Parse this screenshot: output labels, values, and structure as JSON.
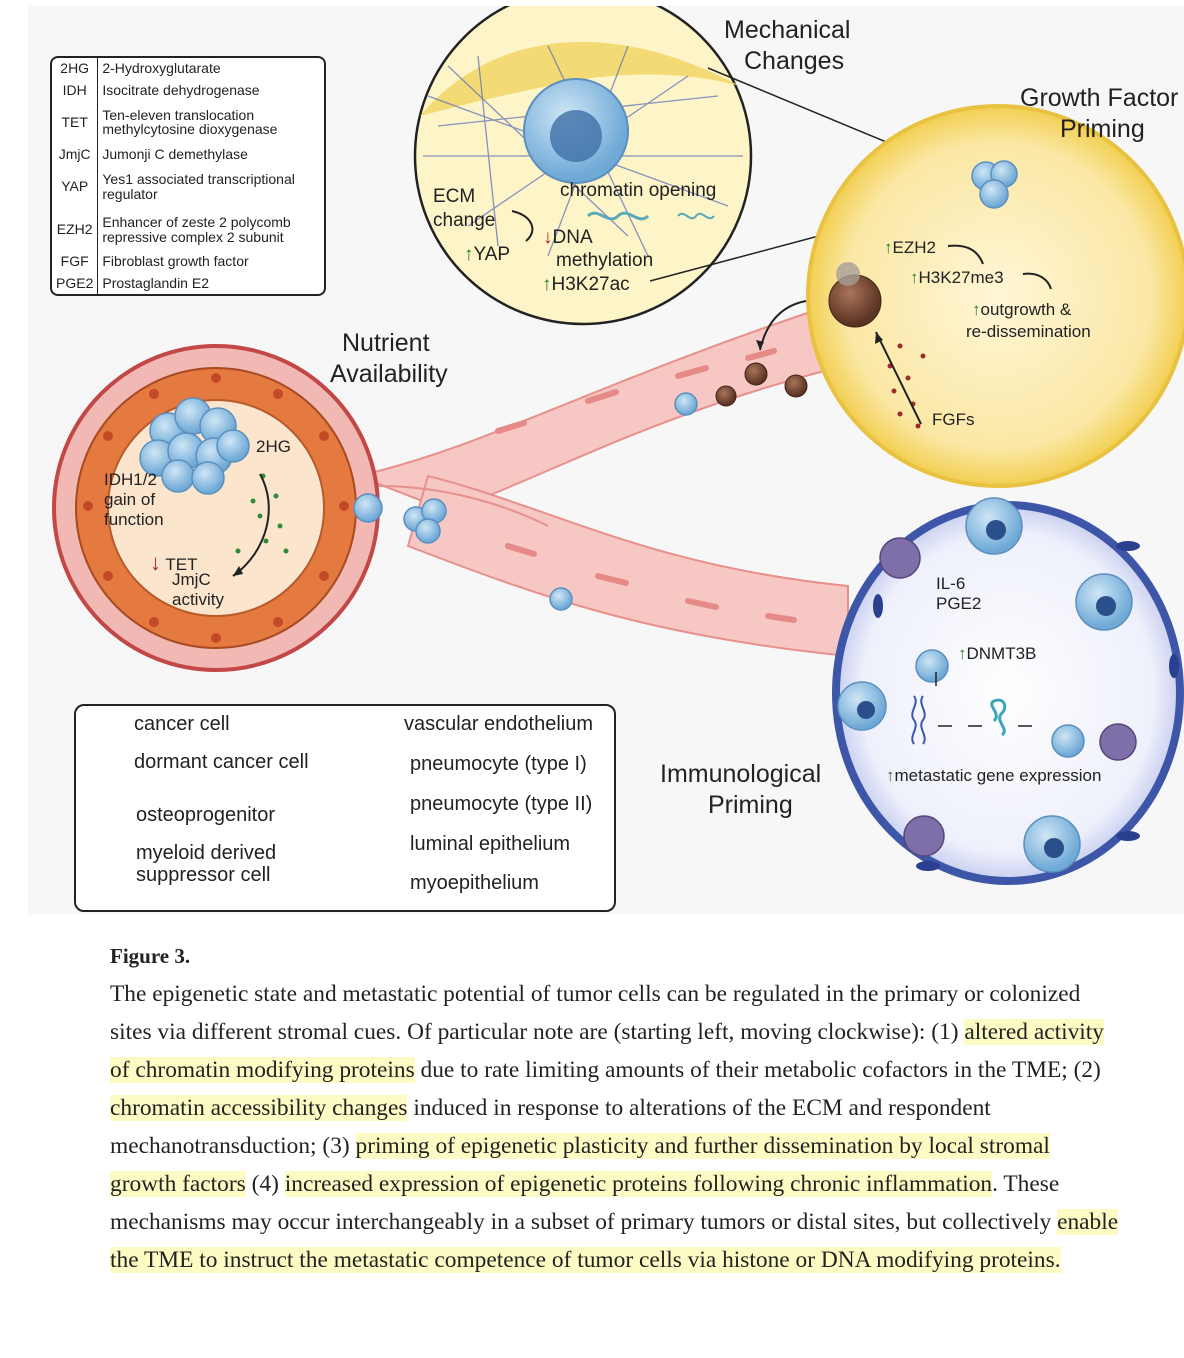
{
  "figure": {
    "abbreviations": [
      {
        "abbr": "2HG",
        "full": "2-Hydroxyglutarate"
      },
      {
        "abbr": "IDH",
        "full": "Isocitrate dehydrogenase"
      },
      {
        "abbr": "TET",
        "full": "Ten-eleven translocation methylcytosine dioxygenase"
      },
      {
        "abbr": "JmjC",
        "full": "Jumonji C demethylase"
      },
      {
        "abbr": "YAP",
        "full": "Yes1 associated transcriptional regulator"
      },
      {
        "abbr": "EZH2",
        "full": "Enhancer of zeste 2 polycomb repressive complex 2 subunit"
      },
      {
        "abbr": "FGF",
        "full": "Fibroblast growth factor"
      },
      {
        "abbr": "PGE2",
        "full": "Prostaglandin E2"
      }
    ],
    "mechanical": {
      "title_1": "Mechanical",
      "title_2": "Changes",
      "ecm_1": "ECM",
      "ecm_2": "change",
      "yap": "YAP",
      "chromatin": "chromatin opening",
      "dna_1": "DNA",
      "dna_2": "methylation",
      "h3k27ac": "H3K27ac"
    },
    "growth": {
      "title_1": "Growth Factor",
      "title_2": "Priming",
      "ezh2": "EZH2",
      "h3k27me3": "H3K27me3",
      "outgrowth_1": "outgrowth &",
      "outgrowth_2": "re-dissemination",
      "fgfs": "FGFs"
    },
    "nutrient": {
      "title_1": "Nutrient",
      "title_2": "Availability",
      "hg": "2HG",
      "idh_1": "IDH1/2",
      "idh_2": "gain of",
      "idh_3": "function",
      "tet_1": "TET",
      "tet_2": "JmjC",
      "tet_3": "activity"
    },
    "immuno": {
      "title_1": "Immunological",
      "title_2": "Priming",
      "il6": "IL-6",
      "pge2": "PGE2",
      "dnmt3b": "DNMT3B",
      "metastatic": "metastatic gene expression"
    },
    "legend": [
      {
        "label": "cancer cell"
      },
      {
        "label": "dormant cancer cell"
      },
      {
        "label": "osteoprogenitor"
      },
      {
        "label": "myeloid derived suppressor cell"
      },
      {
        "label": "vascular endothelium"
      },
      {
        "label": "pneumocyte (type I)"
      },
      {
        "label": "pneumocyte (type II)"
      },
      {
        "label": "luminal epithelium"
      },
      {
        "label": "myoepithelium"
      }
    ],
    "up_arrow": "↑",
    "down_arrow": "↓"
  },
  "caption": {
    "title": "Figure 3.",
    "t1": "The epigenetic state and metastatic potential of tumor cells can be regulated in the primary or colonized sites via different stromal cues. Of particular note are (starting left, moving clockwise): (1) ",
    "h1": "altered activity of chromatin modifying proteins",
    "t2": " due to rate limiting amounts of their metabolic cofactors in the TME; (2) ",
    "h2": "chromatin accessibility changes",
    "t3": " induced in response to alterations of the ECM and respondent mechanotransduction; (3) ",
    "h3": "priming of epigenetic plasticity and further dissemination by local stromal growth factors",
    "t4": " (4) ",
    "h4": "increased expression of epigenetic proteins following chronic inflammation",
    "t5": ". These mechanisms may occur interchangeably in a subset of primary tumors or distal sites, but collectively ",
    "h5": "enable the TME to instruct the metastatic competence of tumor cells via histone or DNA modifying proteins."
  },
  "colors": {
    "cancer_cell": "#8fc3e6",
    "dormant_cell": "#7a4a32",
    "osteo": "#f5d35a",
    "mdsc": "#7e6fa8",
    "vessel": "#f4b8b6",
    "pneumo1": "#3e56a8",
    "luminal": "#e07a45",
    "highlight": "#fdfbc4"
  }
}
